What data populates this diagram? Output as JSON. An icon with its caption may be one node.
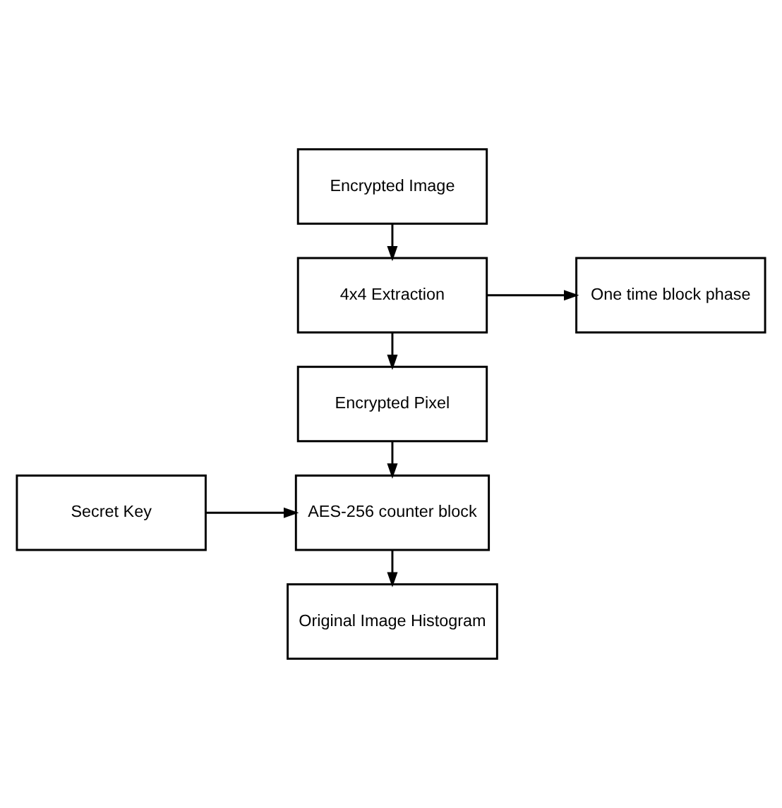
{
  "diagram": {
    "nodes": [
      {
        "text": [
          "Encrypted Image"
        ]
      },
      {
        "text": [
          "One time block phase"
        ]
      },
      {
        "text": [
          "4x4 Extraction"
        ]
      },
      {
        "text": [
          "Encrypted Pixel"
        ]
      },
      {
        "text": [
          "Secret Key"
        ]
      },
      {
        "text": [
          "AES-256 counter block"
        ]
      },
      {
        "text": [
          "Original Image Histogram"
        ]
      }
    ],
    "edges": [
      {
        "from": 0,
        "to": 2,
        "arrow": "to"
      },
      {
        "from": 2,
        "to": 1,
        "arrow": "to"
      },
      {
        "from": 2,
        "to": 3,
        "arrow": "to"
      },
      {
        "from": 3,
        "to": 5,
        "arrow": "to"
      },
      {
        "from": 4,
        "to": 5,
        "arrow": "to"
      },
      {
        "from": 5,
        "to": 6,
        "arrow": "to"
      }
    ]
  }
}
